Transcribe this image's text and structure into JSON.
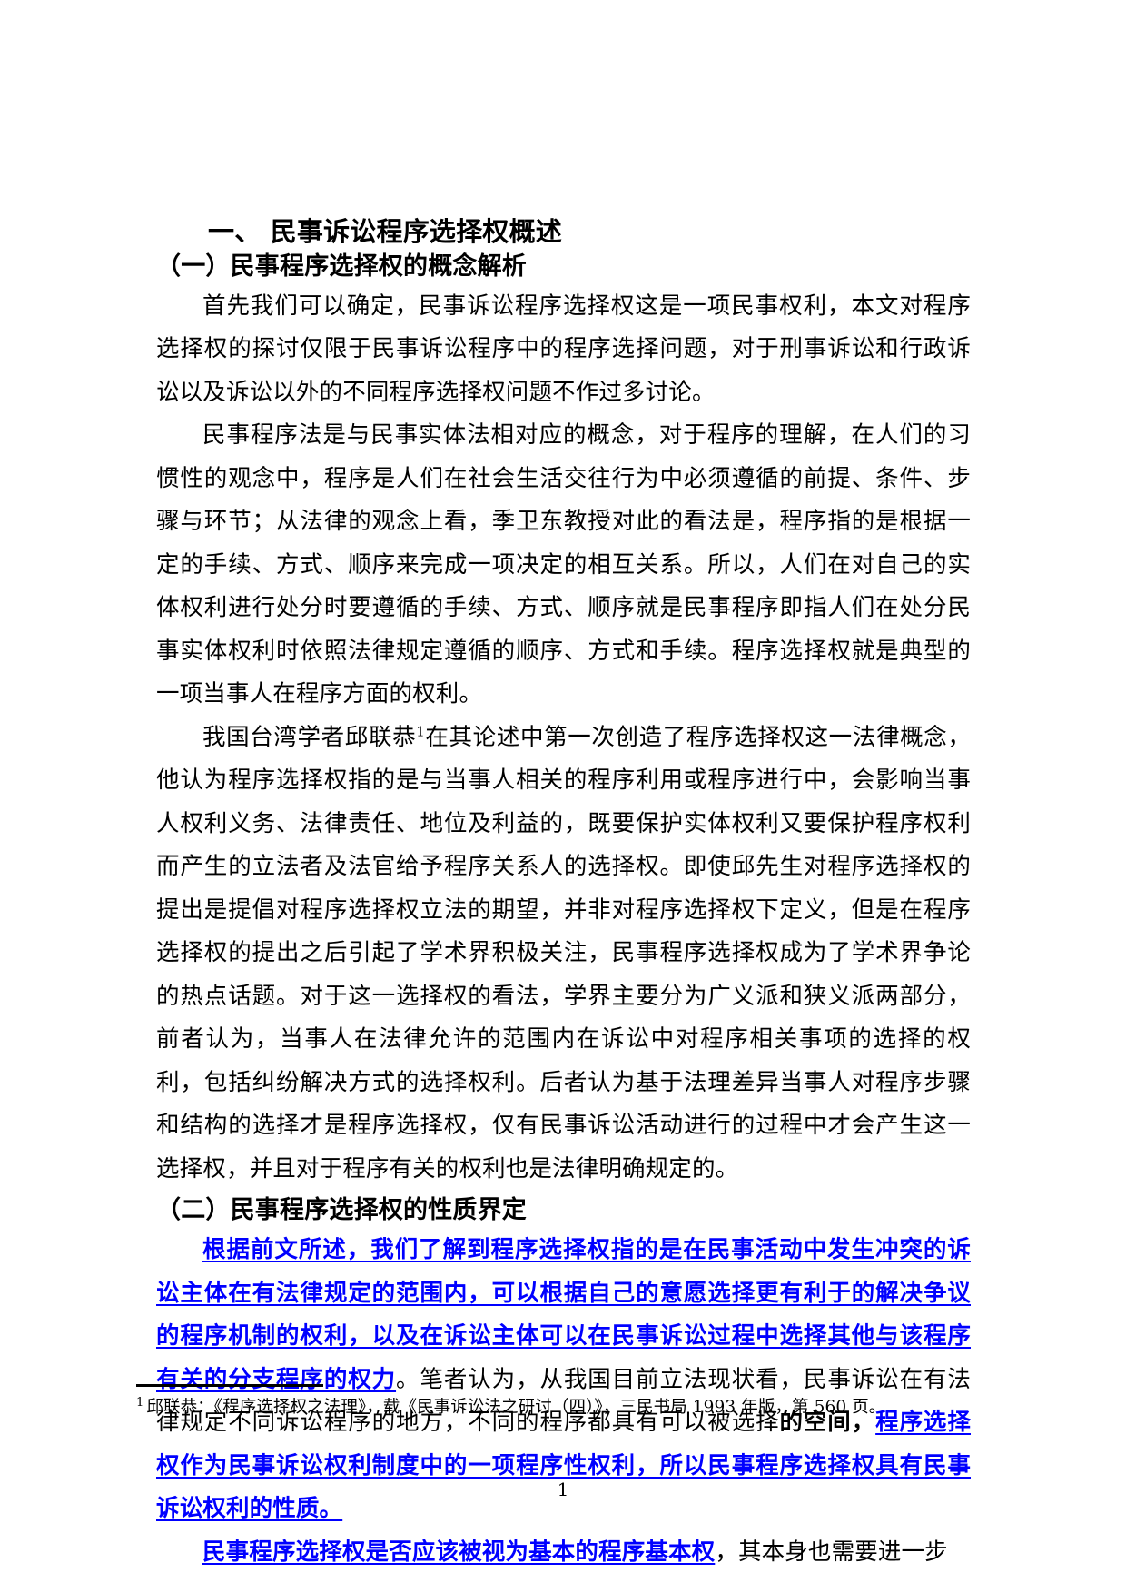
{
  "document": {
    "page_number": "1",
    "accent_blue": "#0000FF",
    "text_color": "#000000"
  },
  "headings": {
    "section": "一、 民事诉讼程序选择权概述",
    "subsection_1": "（一）民事程序选择权的概念解析",
    "subsection_2": "（二）民事程序选择权的性质界定"
  },
  "paragraphs": {
    "p1": "首先我们可以确定，民事诉讼程序选择权这是一项民事权利，本文对程序选择权的探讨仅限于民事诉讼程序中的程序选择问题，对于刑事诉讼和行政诉讼以及诉讼以外的不同程序选择权问题不作过多讨论。",
    "p2": "民事程序法是与民事实体法相对应的概念，对于程序的理解，在人们的习惯性的观念中，程序是人们在社会生活交往行为中必须遵循的前提、条件、步骤与环节；从法律的观念上看，季卫东教授对此的看法是，程序指的是根据一定的手续、方式、顺序来完成一项决定的相互关系。所以，人们在对自己的实体权利进行处分时要遵循的手续、方式、顺序就是民事程序即指人们在处分民事实体权利时依照法律规定遵循的顺序、方式和手续。程序选择权就是典型的一项当事人在程序方面的权利。",
    "p3_before_ref": "我国台湾学者邱联恭",
    "p3_ref_marker": "1",
    "p3_after_ref": "在其论述中第一次创造了程序选择权这一法律概念，他认为程序选择权指的是与当事人相关的程序利用或程序进行中，会影响当事人权利义务、法律责任、地位及利益的，既要保护实体权利又要保护程序权利而产生的立法者及法官给予程序关系人的选择权。即使邱先生对程序选择权的提出是提倡对程序选择权立法的期望，并非对程序选择权下定义，但是在程序选择权的提出之后引起了学术界积极关注，民事程序选择权成为了学术界争论的热点话题。对于这一选择权的看法，学界主要分为广义派和狭义派两部分，前者认为，当事人在法律允许的范围内在诉讼中对程序相关事项的选择的权利，包括纠纷解决方式的选择权利。后者认为基于法理差异当事人对程序步骤和结构的选择才是程序选择权，仅有民事诉讼活动进行的过程中才会产生这一选择权，并且对于程序有关的权利也是法律明确规定的。",
    "p4_run1_blue": "根据前文所述，我们了解到程序选择权指的是在民事活动中发生冲突的诉讼主体在有法律规定的范围内，可以根据自己的意愿选择更有利于的解决争议的程序机制的权利，以及在诉讼主体可以在民事诉讼过程中选择其他与该程序有关的分支程序的权力",
    "p4_run2_black": "。笔者认为，从我国目前立法现状看，民事诉讼在有法律规定不同诉讼程序的地方，不同的程序都具有可以被选择",
    "p4_run3_boldblack": "的空间，",
    "p4_run4_blue": "程序选择权作为民事诉讼权利制度中的一项程序性权利，所以民事程序选择权具有民事诉讼权利的性质。",
    "p5_run1_blue": "民事程序选择权是否应该被视为基本的程序基本权",
    "p5_run2_black": "，其本身也需要进一步"
  },
  "footnote": {
    "marker": "1",
    "text": "邱联恭：《程序选择权之法理》，载《民事诉讼法之研讨（四）》，三民书局 1993 年版，第 560 页。"
  }
}
